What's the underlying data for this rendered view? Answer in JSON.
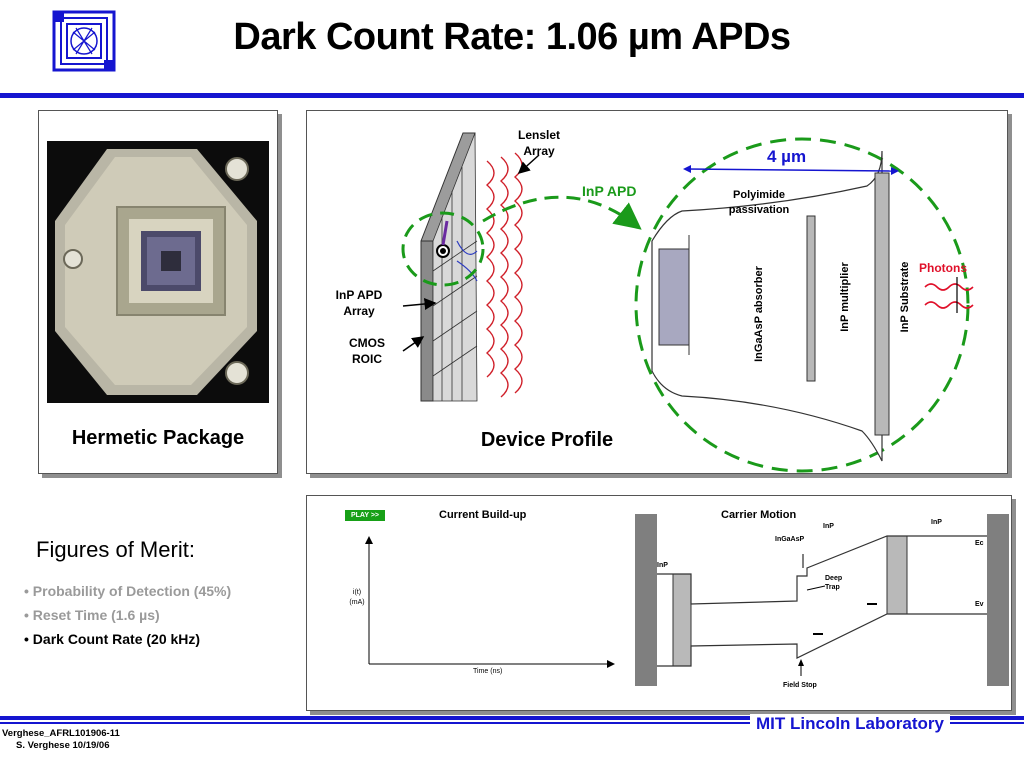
{
  "slide": {
    "title": "Dark Count Rate: 1.06 µm APDs",
    "logo_icon": "lincoln-lab-logo-icon"
  },
  "package_panel": {
    "caption": "Hermetic Package"
  },
  "profile_panel": {
    "caption": "Device Profile",
    "lenslet_label": "Lenslet Array",
    "inp_apd_array_label": "InP APD Array",
    "cmos_roic_label": "CMOS ROIC",
    "inp_apd_label": "InP APD",
    "width_label": "4 µm",
    "polyimide_label": "Polyimide passivation",
    "absorber_label": "InGaAsP absorber",
    "multiplier_label": "InP multiplier",
    "substrate_label": "InP Substrate",
    "photons_label": "Photons"
  },
  "motion_panel": {
    "play_button": "PLAY >>",
    "current_title": "Current Build-up",
    "y_axis_label": "i(t) (mA)",
    "x_axis_label": "Time (ns)",
    "carrier_title": "Carrier Motion",
    "left_inp": "InP",
    "ingaasp": "InGaAsP",
    "mid_inp": "InP",
    "right_inp": "InP",
    "deep_trap": "Deep Trap",
    "ec": "Ec",
    "ev": "Ev",
    "field_stop": "Field Stop"
  },
  "merits": {
    "title": "Figures of Merit:",
    "items": [
      "Probability of Detection  (45%)",
      "Reset Time  (1.6 µs)",
      "Dark Count Rate  (20 kHz)"
    ]
  },
  "footer": {
    "lab": "MIT Lincoln Laboratory",
    "ref": "Verghese_AFRL101906-11",
    "author_date": "S. Verghese 10/19/06"
  },
  "colors": {
    "accent_blue": "#1515d0",
    "green": "#1a9a1a",
    "photons_red": "#e0102a"
  }
}
